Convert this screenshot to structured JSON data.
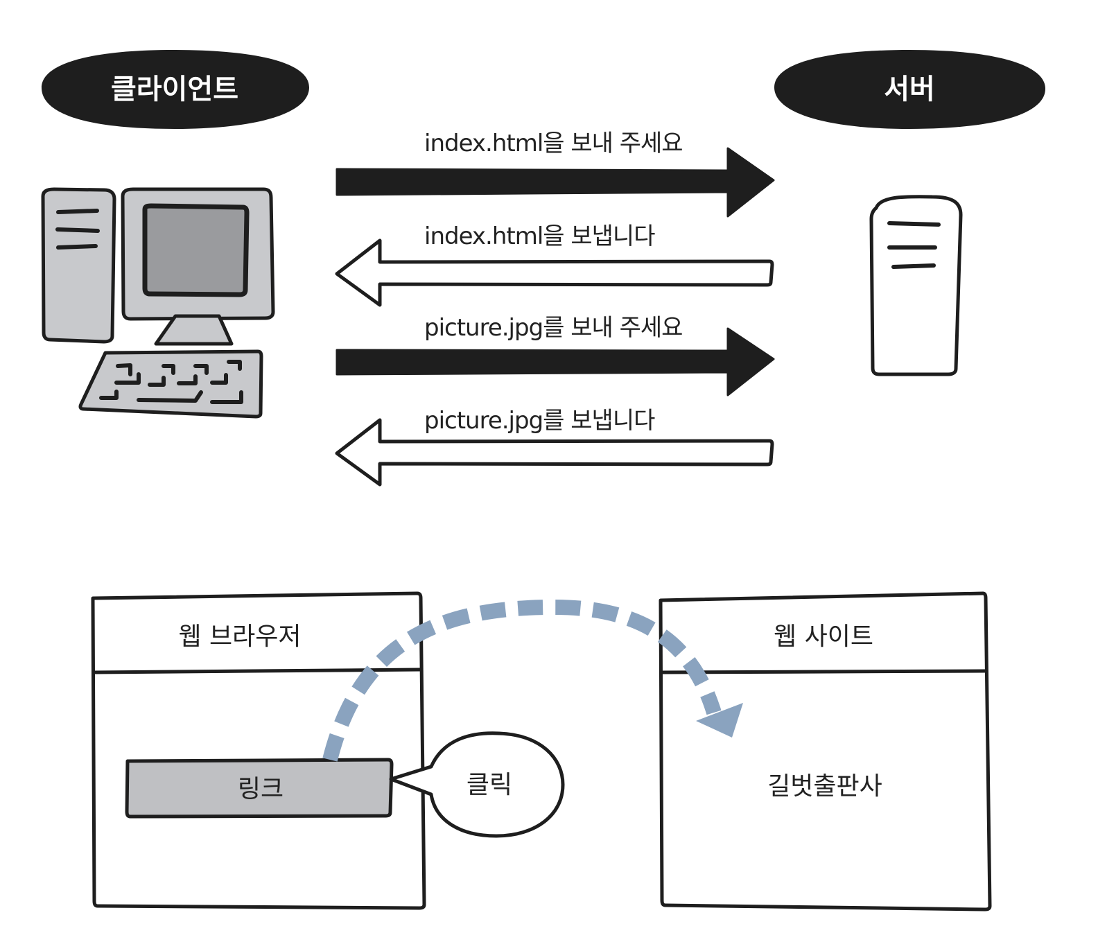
{
  "colors": {
    "ink": "#1e1e1e",
    "device_fill": "#c8c9cc",
    "screen_fill": "#9a9b9e",
    "link_fill": "#bfc0c3",
    "click_arrow": "#8aa3bf",
    "background": "#ffffff"
  },
  "top": {
    "client_label": "클라이언트",
    "server_label": "서버",
    "client_icon": "desktop-computer-icon",
    "server_icon": "server-tower-icon",
    "messages": [
      {
        "text": "index.html을 보내 주세요",
        "direction": "client-to-server",
        "style": "solid"
      },
      {
        "text": "index.html을 보냅니다",
        "direction": "server-to-client",
        "style": "outline"
      },
      {
        "text": "picture.jpg를 보내 주세요",
        "direction": "client-to-server",
        "style": "solid"
      },
      {
        "text": "picture.jpg를 보냅니다",
        "direction": "server-to-client",
        "style": "outline"
      }
    ]
  },
  "bottom": {
    "browser_title": "웹 브라우저",
    "link_label": "링크",
    "click_label": "클릭",
    "site_title": "웹 사이트",
    "site_content": "길벗출판사"
  }
}
